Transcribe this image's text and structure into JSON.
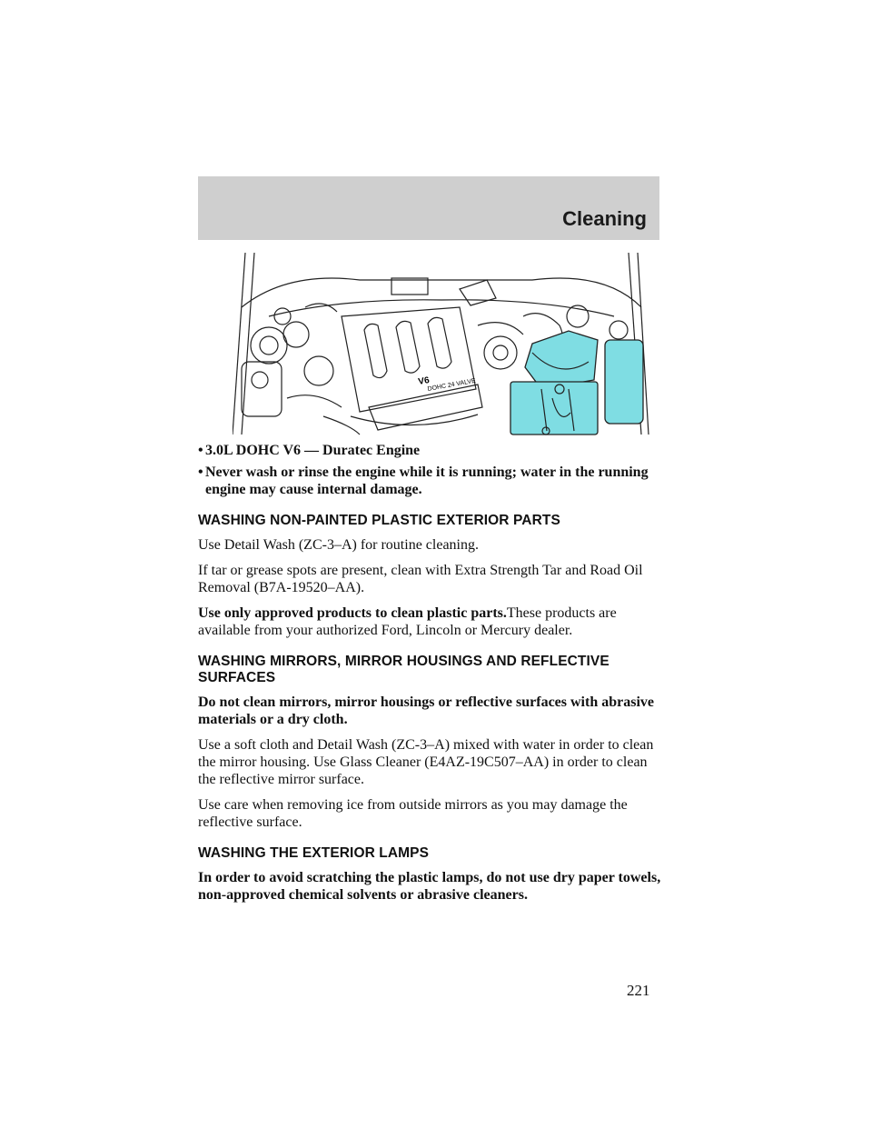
{
  "header": {
    "section_title": "Cleaning"
  },
  "figure": {
    "badge_text": "DOHC 24 VALVE",
    "logo_text": "V6"
  },
  "bullets": [
    "3.0L DOHC V6 — Duratec Engine",
    "Never wash or rinse the engine while it is running; water in the running engine may cause internal damage."
  ],
  "bullet_symbol": "•",
  "sections": {
    "plastic": {
      "heading": "WASHING NON-PAINTED PLASTIC EXTERIOR PARTS",
      "p1": "Use Detail Wash (ZC-3–A) for routine cleaning.",
      "p2": "If tar or grease spots are present, clean with Extra Strength Tar and Road Oil Removal (B7A-19520–AA).",
      "p3_bold": "Use only approved products to clean plastic parts.",
      "p3_rest": "These products are available from your authorized Ford, Lincoln or Mercury dealer."
    },
    "mirrors": {
      "heading": "WASHING MIRRORS, MIRROR HOUSINGS AND REFLECTIVE SURFACES",
      "p1_bold": "Do not clean mirrors, mirror housings or reflective surfaces with abrasive materials or a dry cloth.",
      "p2": "Use a soft cloth and Detail Wash (ZC-3–A) mixed with water in order to clean the mirror housing. Use Glass Cleaner (E4AZ-19C507–AA) in order to clean the reflective mirror surface.",
      "p3": "Use care when removing ice from outside mirrors as you may damage the reflective surface."
    },
    "lamps": {
      "heading": "WASHING THE EXTERIOR LAMPS",
      "p1_bold": "In order to avoid scratching the plastic lamps, do not use dry paper towels, non-approved chemical solvents or abrasive cleaners."
    }
  },
  "page_number": "221",
  "colors": {
    "header_band": "#cfcfcf",
    "battery_highlight": "#7fdde3"
  }
}
